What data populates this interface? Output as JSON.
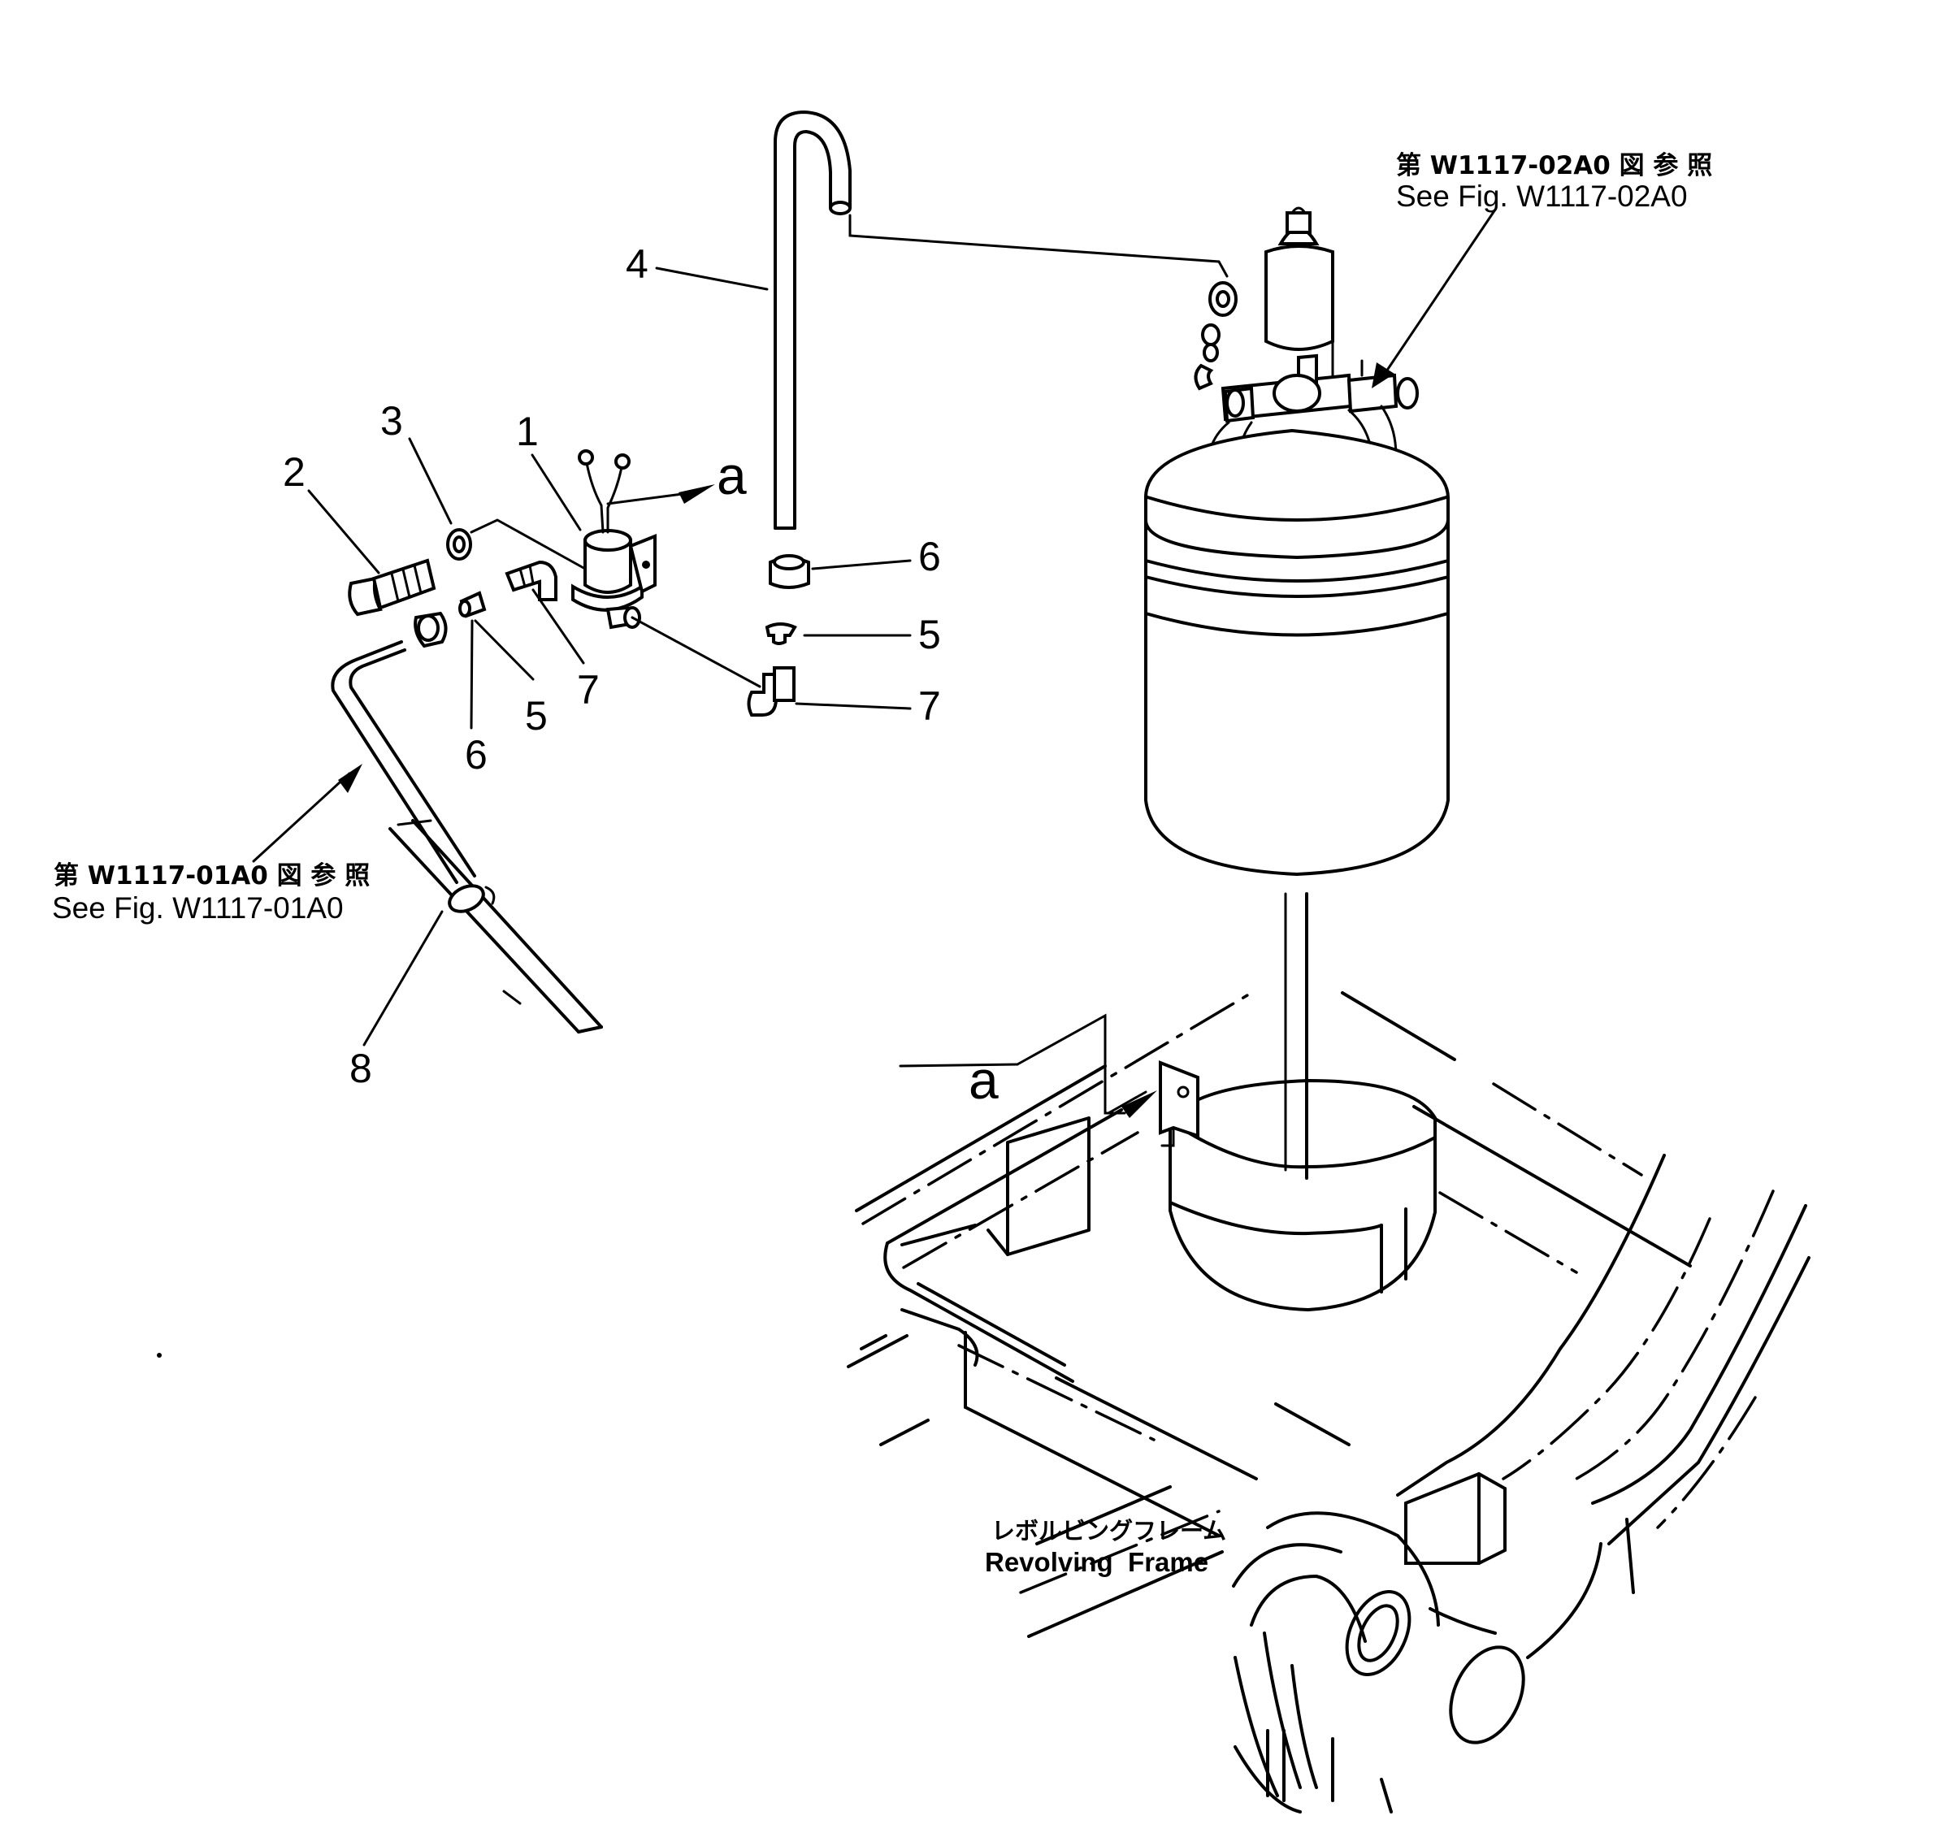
{
  "callouts": {
    "n1": "1",
    "n2": "2",
    "n3": "3",
    "n4": "4",
    "n5a": "5",
    "n5b": "5",
    "n6a": "6",
    "n6b": "6",
    "n7a": "7",
    "n7b": "7",
    "n8": "8",
    "view_a_top": "a",
    "view_a_bottom": "a"
  },
  "references": {
    "top_right_jp": "第 W1117-02A0 図 参 照",
    "top_right_en": "See Fig. W1117-02A0",
    "left_jp": "第 W1117-01A0 図 参 照",
    "left_en": "See Fig. W1117-01A0"
  },
  "frame_label": {
    "jp": "レボルビングフレーム",
    "en": "Revolving  Frame"
  }
}
